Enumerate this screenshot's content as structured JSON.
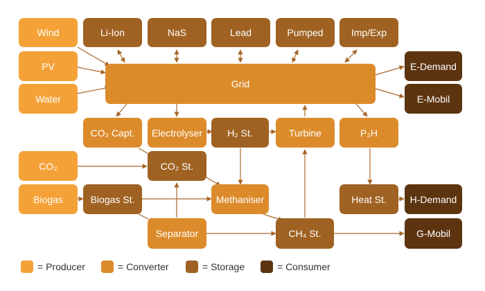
{
  "colors": {
    "producer": "#f4a238",
    "converter": "#dc8b2b",
    "storage": "#9f6222",
    "consumer": "#5c3410",
    "edge": "#a8672a"
  },
  "nodes": {
    "wind": "Wind",
    "pv": "PV",
    "water": "Water",
    "li_ion": "Li-Ion",
    "nas": "NaS",
    "lead": "Lead",
    "pumped": "Pumped",
    "imp_exp": "Imp/Exp",
    "grid": "Grid",
    "e_demand": "E-Demand",
    "e_mobil": "E-Mobil",
    "co2_capt": "CO₂ Capt.",
    "electrolyser": "Electrolyser",
    "h2_st": "H₂ St.",
    "turbine": "Turbine",
    "p2h": "P₂H",
    "co2": "CO₂",
    "co2_st": "CO₂ St.",
    "biogas": "Biogas",
    "biogas_st": "Biogas St.",
    "methaniser": "Methaniser",
    "heat_st": "Heat St.",
    "h_demand": "H-Demand",
    "separator": "Separator",
    "ch4_st": "CH₄ St.",
    "g_mobil": "G-Mobil"
  },
  "legend": {
    "producer": "= Producer",
    "converter": "= Converter",
    "storage": "= Storage",
    "consumer": "= Consumer"
  }
}
